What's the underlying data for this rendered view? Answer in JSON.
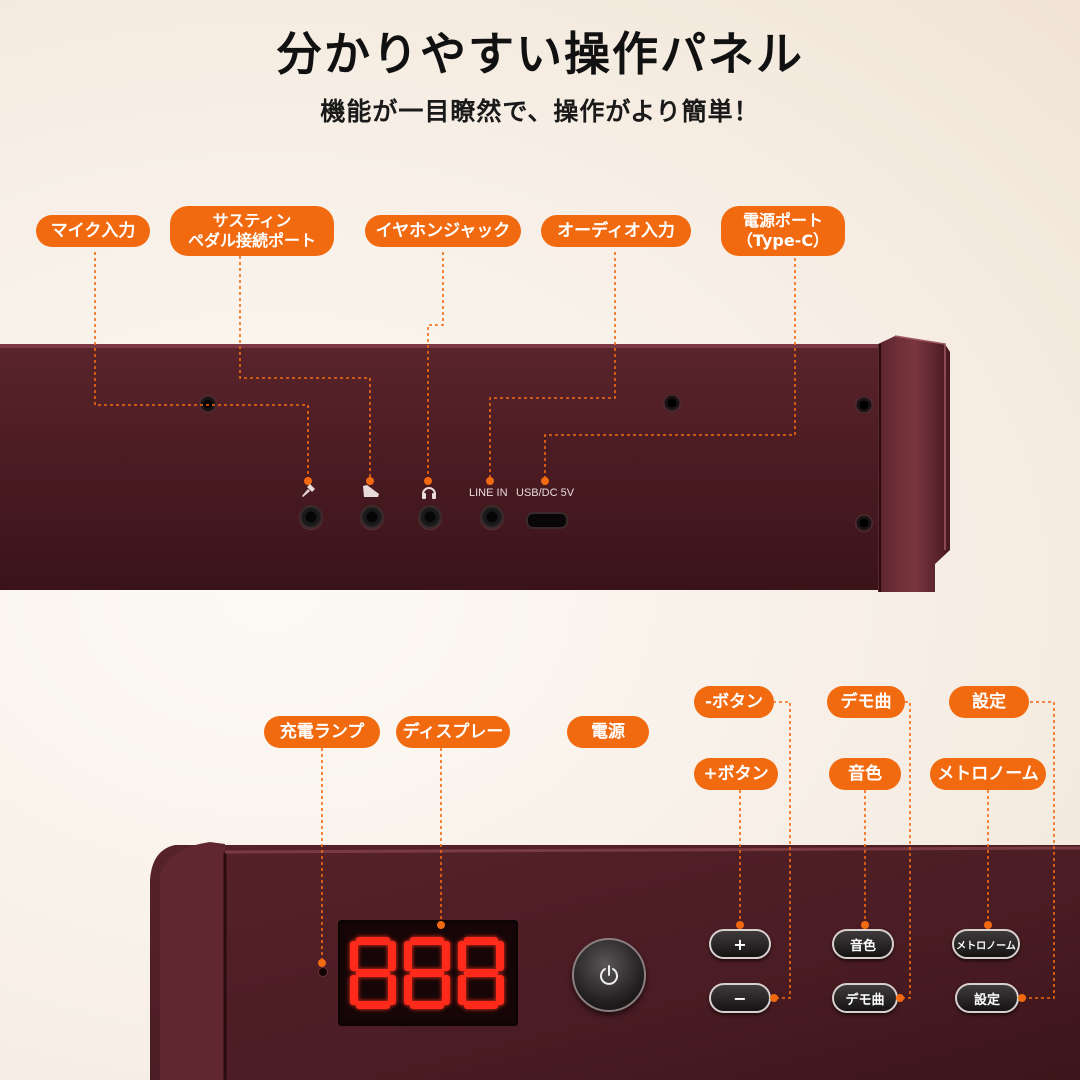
{
  "header": {
    "title": "分かりやすい操作パネル",
    "subtitle": "機能が一目瞭然で、操作がより簡単！"
  },
  "top_labels": {
    "mic": "マイク入力",
    "sustain_line1": "サスティン",
    "sustain_line2": "ペダル接続ポート",
    "headphone": "イヤホンジャック",
    "audio_in": "オーディオ入力",
    "power_port_line1": "電源ポート",
    "power_port_line2": "（Type-C）"
  },
  "ports": {
    "line_in": "LINE IN",
    "usb": "USB/DC 5V"
  },
  "bottom_labels": {
    "charge_lamp": "充電ランプ",
    "display": "ディスプレー",
    "power": "電源",
    "minus": "-ボタン",
    "plus": "+ボタン",
    "demo": "デモ曲",
    "tone": "音色",
    "settings": "設定",
    "metronome": "メトロノーム"
  },
  "panel_buttons": {
    "plus": "+",
    "minus": "−",
    "tone": "音色",
    "demo": "デモ曲",
    "metronome": "メトロノーム",
    "settings": "設定"
  },
  "display": {
    "readout": "888",
    "color": "#ff2a1a"
  },
  "colors": {
    "accent": "#f26a10",
    "body": "#4a1c22",
    "display_bg": "#160607"
  },
  "icons": {
    "mic": "mic-icon",
    "pedal": "pedal-icon",
    "headphone": "headphone-icon",
    "power": "power-icon"
  }
}
